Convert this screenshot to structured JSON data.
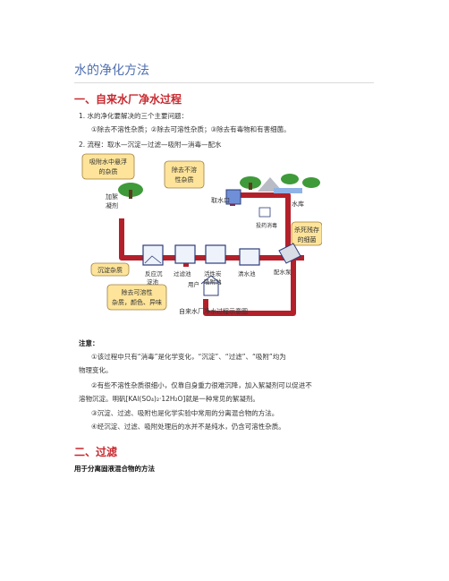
{
  "doc": {
    "title": "水的净化方法",
    "section1": {
      "heading": "一、自来水厂净水过程",
      "item1": "1. 水的净化要解决的三个主要问题：",
      "item1_sub": "①除去不溶性杂质；②除去可溶性杂质；③除去有毒物和有害细菌。",
      "item2": "2. 流程：取水—沉淀—过滤—吸附—消毒—配水"
    },
    "diagram": {
      "callout_adsorb": [
        "吸附水中悬浮",
        "的杂质"
      ],
      "callout_insoluble": [
        "除去不溶",
        "性杂质"
      ],
      "callout_sediment": "沉淀杂质",
      "callout_soluble": [
        "除去可溶性",
        "杂质，颜色、异味"
      ],
      "callout_bacteria": [
        "杀死残存",
        "的细菌"
      ],
      "label_coagulant": [
        "加絮",
        "凝剂"
      ],
      "label_intake": "取水口",
      "label_reservoir": "水库",
      "label_disinfect": "投药消毒",
      "label_reaction_tank": [
        "反应沉",
        "淀池"
      ],
      "label_filter_tank": "过滤池",
      "label_carbon_tank": [
        "活性炭",
        "吸附池"
      ],
      "label_clear_tank": "清水池",
      "label_pump": "配水泵",
      "label_user": "用户",
      "caption": "自来水厂净水过程示意图"
    },
    "notes": {
      "heading": "注意：",
      "n1": "①该过程中只有“消毒”是化学变化，“沉淀”、“过滤”、“吸附”均为",
      "n1b": "物理变化。",
      "n2": "②有些不溶性杂质很细小，仅靠自身重力很难沉降，加入絮凝剂可以促进不",
      "n2b_pre": "溶物沉淀。明矾",
      "n2b_formula": "[KAl(SO₄)₂·12H₂O]",
      "n2b_post": "就是一种常见的絮凝剂。",
      "n3": "③沉淀、过滤、吸附也是化学实验中常用的分离混合物的方法。",
      "n4": "④经沉淀、过滤、吸附处理后的水并不是纯水，仍含可溶性杂质。"
    },
    "section2": {
      "heading": "二、过滤",
      "sub": "用于分离固液混合物的方法"
    }
  },
  "colors": {
    "title": "#4f6fb0",
    "heading": "#c8282e",
    "pipe": "#b3202a",
    "callout_fill": "#fde49a",
    "callout_stroke": "#a08040",
    "tank_stroke": "#2e3d7a",
    "tree": "#3f9a3a"
  }
}
